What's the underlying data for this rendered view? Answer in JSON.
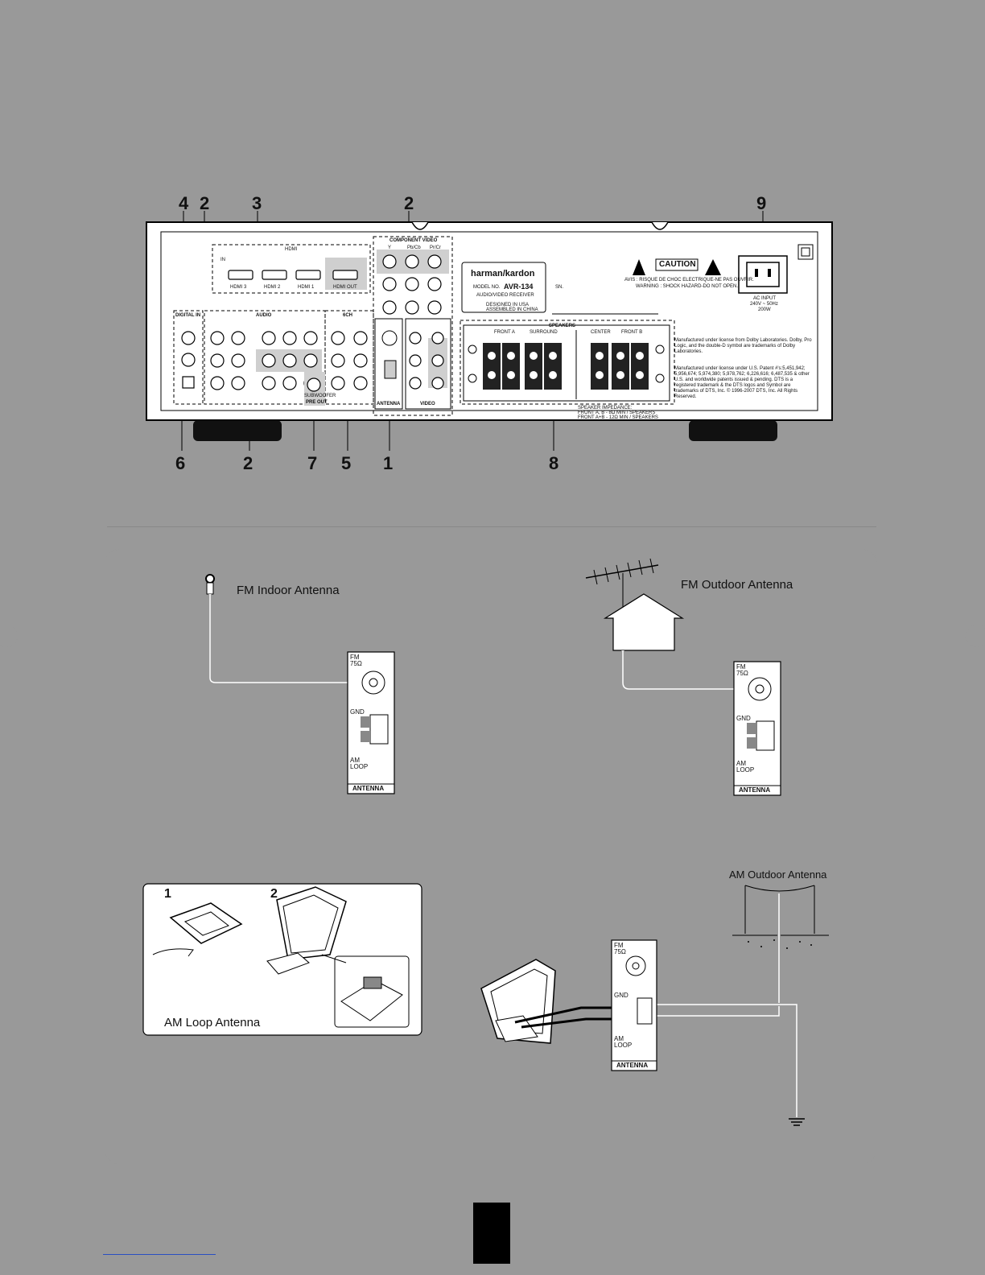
{
  "callouts_top": [
    "4",
    "2",
    "3",
    "2",
    "9"
  ],
  "callouts_bottom": [
    "6",
    "2",
    "7",
    "5",
    "1",
    "8"
  ],
  "receiver": {
    "brand": "harman/kardon",
    "model_label": "MODEL NO.",
    "model": "AVR-134",
    "product": "AUDIO/VIDEO RECEIVER",
    "designed": "DESIGNED IN USA",
    "assembled": "ASSEMBLED IN CHINA",
    "sn": "SN.",
    "caution": "CAUTION",
    "avis": "AVIS : RISQUE DE CHOC ELECTRIQUE-NE PAS OUVRIR.",
    "warning": "WARNING : SHOCK HAZARD-DO NOT OPEN.",
    "ac_input": "AC INPUT",
    "ac_volts": "240V ~ 50Hz",
    "ac_watts": "200W",
    "hdmi_title": "HDMI",
    "hdmi_in": "IN",
    "hdmi_ports": [
      "HDMI 3",
      "HDMI 2",
      "HDMI 1",
      "HDMI OUT"
    ],
    "component_title": "COMPONENT VIDEO",
    "component_cols": [
      "Y",
      "Pb/Cb",
      "Pr/Cr"
    ],
    "digital_in": "DIGITAL IN",
    "audio": "AUDIO",
    "ch6": "6CH",
    "antenna": "ANTENNA",
    "video": "VIDEO",
    "pre_out": "PRE OUT",
    "subwoofer": "SUBWOOFER",
    "speakers": "SPEAKERS",
    "front_a": "FRONT A",
    "surround": "SURROUND",
    "center": "CENTER",
    "front_b": "FRONT B",
    "impedance_title": "SPEAKER IMPEDANCE:",
    "impedance_1": "FRONT A, B - 8Ω MIN / SPEAKERS",
    "impedance_2": "FRONT A+B - 12Ω MIN / SPEAKERS",
    "dolby_text": "Manufactured under license from Dolby Laboratories. Dolby, Pro Logic, and the double-D symbol are trademarks of Dolby Laboratories.",
    "dts_text": "Manufactured under license under U.S. Patent #'s:5,451,942; 5,956,674; 5,974,380; 5,978,762; 6,226,616; 6,487,535 & other U.S. and worldwide patents issued & pending. DTS is a registered trademark & the DTS logos and Symbol are trademarks of DTS, Inc. © 1996-2007 DTS, Inc. All Rights Reserved."
  },
  "antenna_diagrams": {
    "fm_indoor": "FM Indoor Antenna",
    "fm_outdoor": "FM Outdoor Antenna",
    "am_outdoor": "AM Outdoor Antenna",
    "am_loop": "AM Loop Antenna",
    "step_1": "1",
    "step_2": "2",
    "terminal_fm": "FM",
    "terminal_ohm": "75Ω",
    "terminal_gnd": "GND",
    "terminal_am": "AM",
    "terminal_loop": "LOOP",
    "terminal_title": "ANTENNA"
  }
}
